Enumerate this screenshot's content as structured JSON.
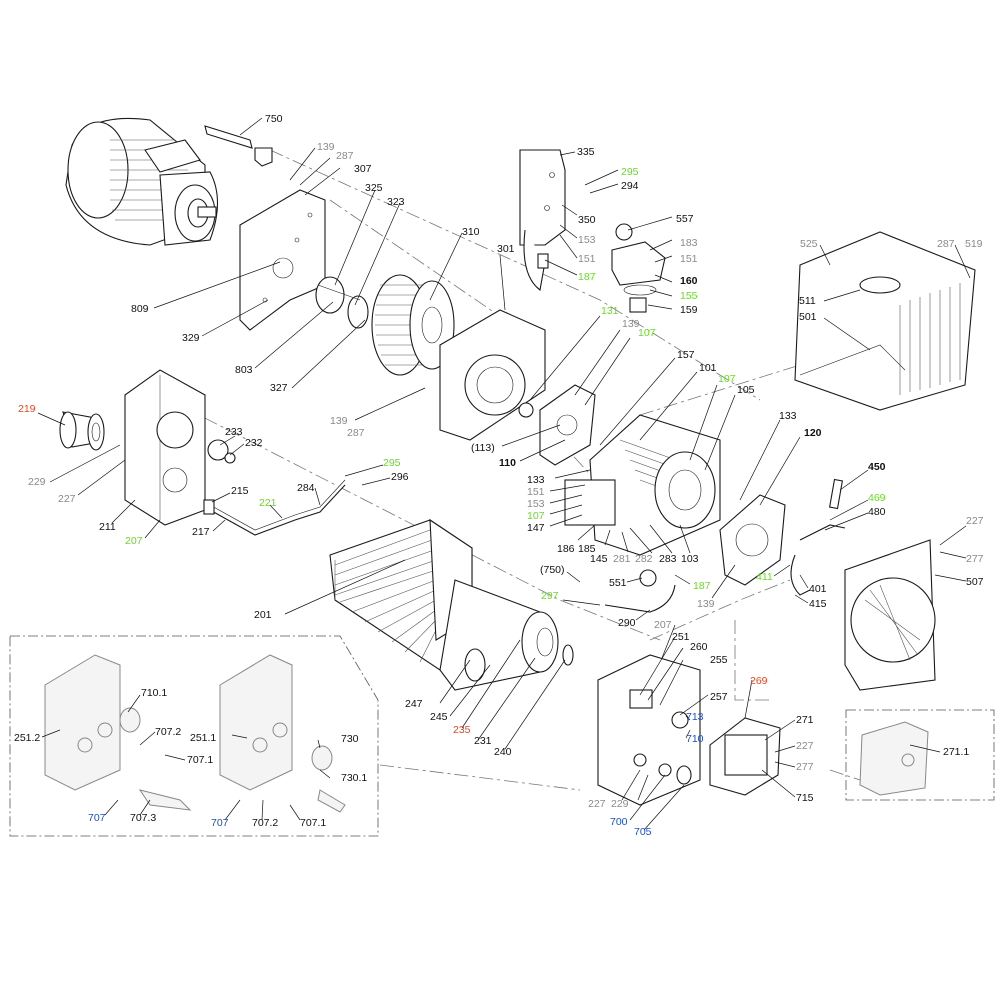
{
  "colors": {
    "black": "#111111",
    "grey": "#8a8a8a",
    "green": "#66dd22",
    "red": "#e8461e",
    "blue": "#1d4fc4"
  },
  "labels": {
    "l750": "750",
    "l139a": "139",
    "l287a": "287",
    "l307": "307",
    "l325": "325",
    "l323": "323",
    "l809": "809",
    "l329": "329",
    "l803": "803",
    "l327": "327",
    "l310": "310",
    "l301": "301",
    "l139b": "139",
    "l287b": "287",
    "l335": "335",
    "l295a": "295",
    "l294": "294",
    "l350": "350",
    "l153a": "153",
    "l151a": "151",
    "l187a": "187",
    "l557": "557",
    "l183": "183",
    "l151b": "151",
    "l160": "160",
    "l155": "155",
    "l159": "159",
    "l131": "131",
    "l139c": "139",
    "l107a": "107",
    "l157": "157",
    "l101": "101",
    "l107b": "107",
    "l105": "105",
    "l113": "(113)",
    "l110": "110",
    "l133a": "133",
    "l151c": "151",
    "l153b": "153",
    "l107c": "107",
    "l147": "147",
    "l186": "186",
    "l185": "185",
    "l145": "145",
    "l281": "281",
    "l282": "282",
    "l283": "283",
    "l103": "103",
    "l133b": "133",
    "l120": "120",
    "l450": "450",
    "l469": "469",
    "l480": "480",
    "l525": "525",
    "l287c": "287",
    "l519": "519",
    "l511": "511",
    "l501": "501",
    "l219": "219",
    "l229a": "229",
    "l227a": "227",
    "l211": "211",
    "l207a": "207",
    "l233": "233",
    "l232": "232",
    "l215": "215",
    "l221": "221",
    "l217": "217",
    "l284": "284",
    "l295b": "295",
    "l296": "296",
    "l201": "201",
    "l750b": "(750)",
    "l297": "297",
    "l551": "551",
    "l187b": "187",
    "l139d": "139",
    "l290": "290",
    "l411": "411",
    "l401": "401",
    "l415": "415",
    "l227b": "227",
    "l277a": "277",
    "l507": "507",
    "l207b": "207",
    "l251": "251",
    "l260": "260",
    "l255": "255",
    "l257": "257",
    "l269": "269",
    "l713": "713",
    "l710": "710",
    "l271": "271",
    "l227c": "227",
    "l277b": "277",
    "l715": "715",
    "l247": "247",
    "l245": "245",
    "l235": "235",
    "l231": "231",
    "l240": "240",
    "l227d": "227",
    "l229b": "229",
    "l700": "700",
    "l705": "705",
    "l271_1": "271.1",
    "l251_2": "251.2",
    "l710_1": "710.1",
    "l707_2a": "707.2",
    "l707_1a": "707.1",
    "l707a": "707",
    "l707_3": "707.3",
    "l251_1": "251.1",
    "l730": "730",
    "l730_1": "730.1",
    "l707b": "707",
    "l707_2b": "707.2",
    "l707_1b": "707.1"
  }
}
